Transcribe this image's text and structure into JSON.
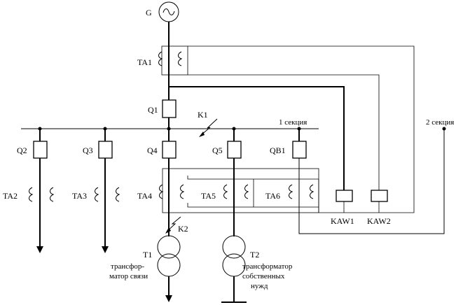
{
  "labels": {
    "generator": "G",
    "ta1": "TA1",
    "q1": "Q1",
    "k1": "K1",
    "section1": "1 секция",
    "section2": "2 секция",
    "q2": "Q2",
    "q3": "Q3",
    "q4": "Q4",
    "q5": "Q5",
    "qb1": "QB1",
    "ta2": "TA2",
    "ta3": "TA3",
    "ta4": "TA4",
    "ta5": "TA5",
    "ta6": "TA6",
    "k2": "K2",
    "kaw1": "KAW1",
    "kaw2": "KAW2",
    "t1": "T1",
    "t1_desc_1": "трансфор-",
    "t1_desc_2": "матор связи",
    "t2": "T2",
    "t2_desc_1": "трансформатор",
    "t2_desc_2": "собственных",
    "t2_desc_3": "нужд"
  }
}
